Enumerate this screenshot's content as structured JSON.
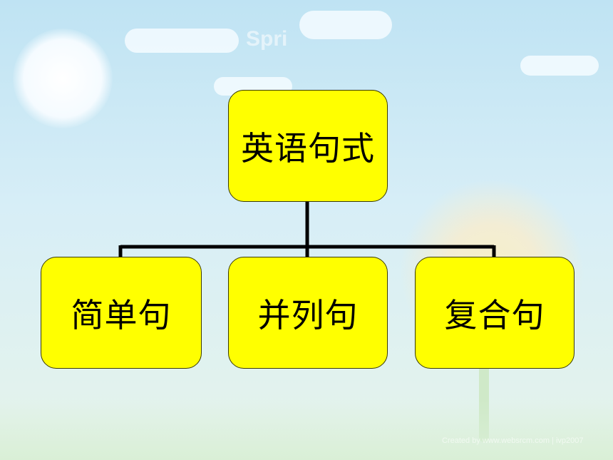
{
  "background": {
    "faint_title": "Spri",
    "watermark": "Created by www.websrcm.com | ivp2007"
  },
  "diagram": {
    "root": {
      "label": "英语句式"
    },
    "children": [
      {
        "label": "简单句"
      },
      {
        "label": "并列句"
      },
      {
        "label": "复合句"
      }
    ]
  },
  "colors": {
    "box_fill": "#ffff00",
    "connector": "#000000"
  }
}
